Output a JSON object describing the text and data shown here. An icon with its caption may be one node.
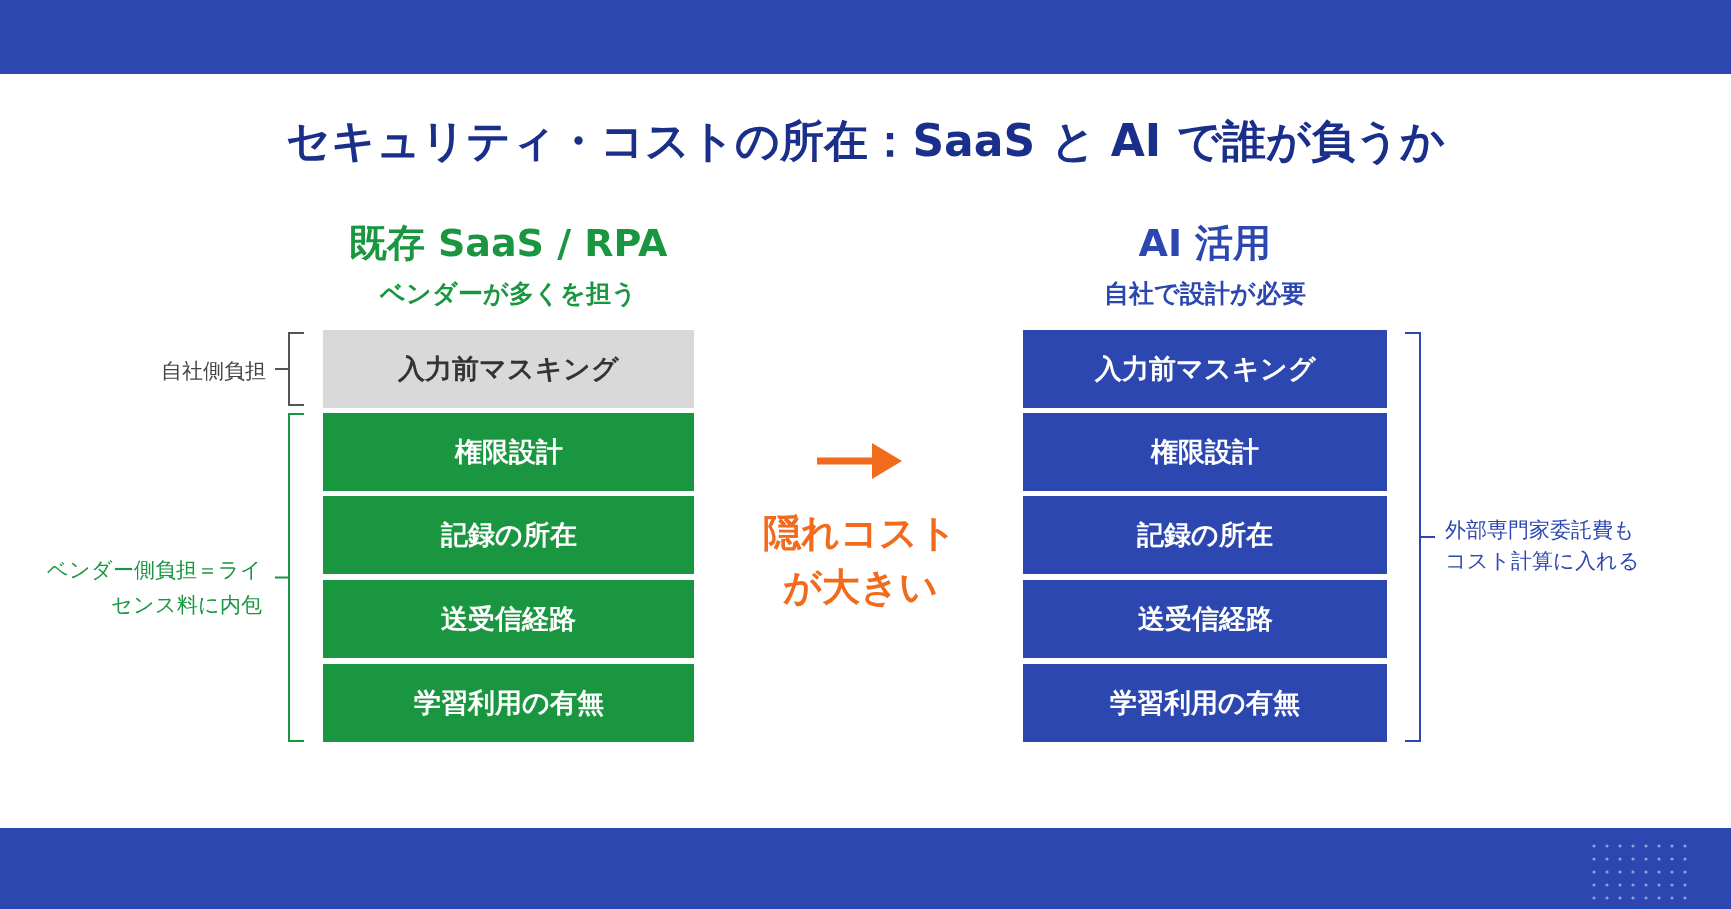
{
  "diagram": {
    "title": "セキュリティ・コストの所在：SaaS と AI で誰が負うか",
    "nodes": [
      {
        "text": [
          "入力前マスキング"
        ]
      },
      {
        "text": [
          "権限設計"
        ]
      },
      {
        "text": [
          "記録の所在"
        ]
      },
      {
        "text": [
          "送受信経路"
        ]
      },
      {
        "text": [
          "学習利用の有無"
        ]
      },
      {
        "text": [
          "入力前マスキング"
        ]
      },
      {
        "text": [
          "権限設計"
        ]
      },
      {
        "text": [
          "記録の所在"
        ]
      },
      {
        "text": [
          "送受信経路"
        ]
      },
      {
        "text": [
          "学習利用の有無"
        ]
      }
    ],
    "edges": [],
    "labels": [
      "既存 SaaS / RPA",
      "ベンダーが多くを担う",
      "AI 活用",
      "自社で設計が必要",
      "自社側負担",
      "ベンダー側負担＝ライセンス料に内包",
      "隠れコストが大きい",
      "外部専門家委託費もコスト計算に入れる"
    ]
  }
}
